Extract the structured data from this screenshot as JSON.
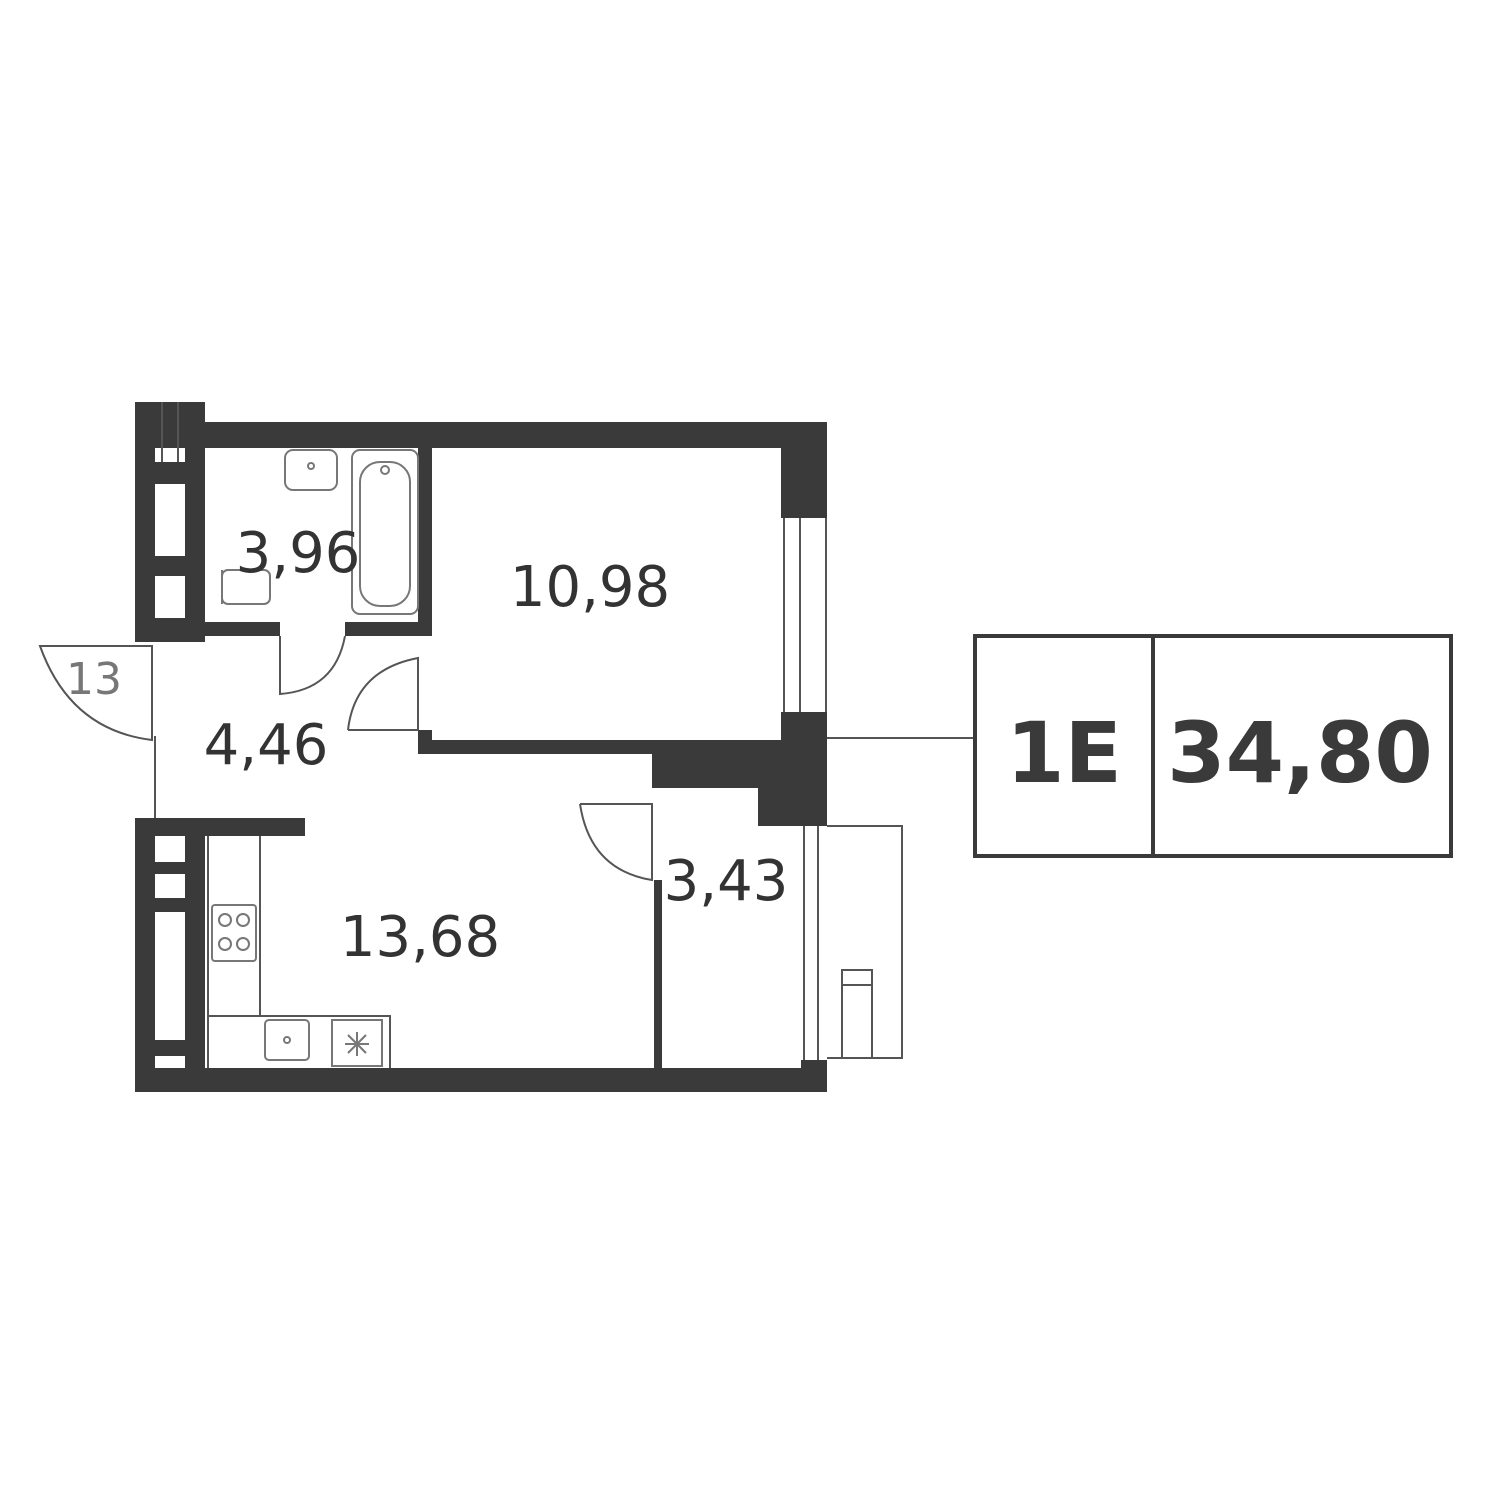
{
  "apartment": {
    "type": "1E",
    "total_area": "34,80"
  },
  "entrance": {
    "label": "13"
  },
  "rooms": [
    {
      "name": "bathroom",
      "area": "3,96"
    },
    {
      "name": "bedroom",
      "area": "10,98"
    },
    {
      "name": "hallway",
      "area": "4,46"
    },
    {
      "name": "kitchen-living",
      "area": "13,68"
    },
    {
      "name": "balcony",
      "area": "3,43"
    }
  ],
  "colors": {
    "wall": "#3a3a3a",
    "line": "#555555",
    "text": "#333333",
    "entry_text": "#777777"
  }
}
